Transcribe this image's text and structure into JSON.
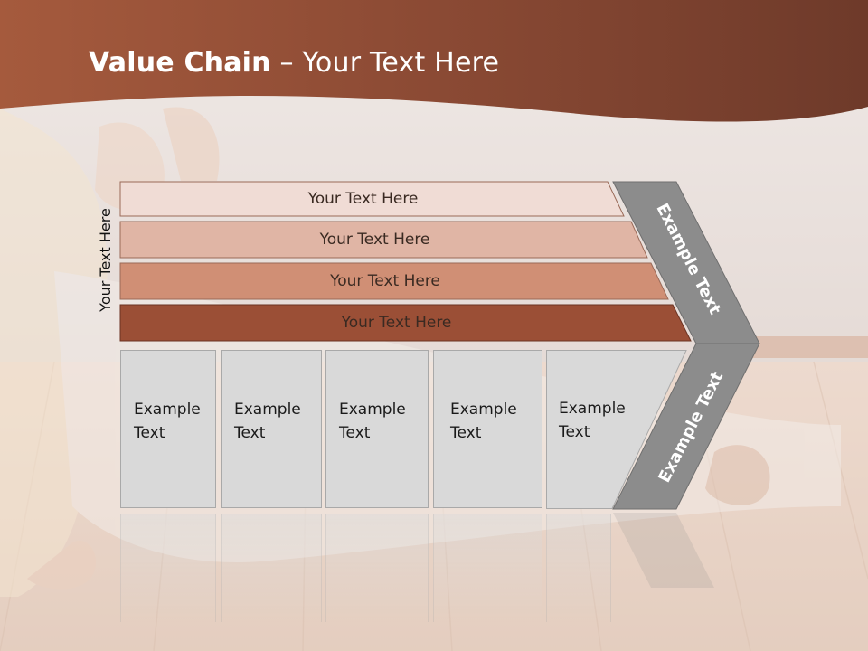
{
  "title": {
    "bold": "Value Chain",
    "rest": " – Your Text Here"
  },
  "side_label": "Your Text Here",
  "bars": [
    {
      "label": "Your Text Here",
      "color": "#f0dcd5"
    },
    {
      "label": "Your Text Here",
      "color": "#e0b5a5"
    },
    {
      "label": "Your Text Here",
      "color": "#d08f75"
    },
    {
      "label": "Your Text Here",
      "color": "#9b4f36"
    }
  ],
  "boxes": [
    {
      "line1": "Example",
      "line2": "Text"
    },
    {
      "line1": "Example",
      "line2": "Text"
    },
    {
      "line1": "Example",
      "line2": "Text"
    },
    {
      "line1": "Example",
      "line2": "Text"
    },
    {
      "line1": "Example",
      "line2": "Text"
    }
  ],
  "chevron": {
    "upper": "Example Text",
    "lower": "Example Text",
    "color": "#8c8c8c"
  },
  "colors": {
    "header": "#8a4a33",
    "background": "#efe6e0"
  }
}
